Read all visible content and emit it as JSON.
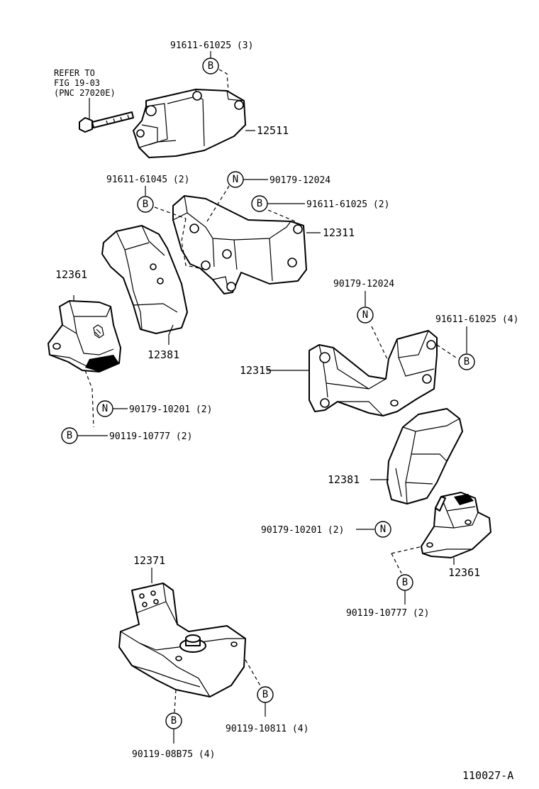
{
  "diagram_id": "110027-A",
  "refer_note": [
    "REFER TO",
    "FIG 19-03",
    "(PNC 27020E)"
  ],
  "fasteners": {
    "b_top": "91611-61025 (3)",
    "b_12311_left": "91611-61045 (2)",
    "n_12311": "90179-12024",
    "b_12311_right": "91611-61025 (2)",
    "n_12315": "90179-12024",
    "b_12315": "91611-61025 (4)",
    "n_left_mount": "90179-10201 (2)",
    "b_left_mount": "90119-10777 (2)",
    "n_right_mount": "90179-10201 (2)",
    "b_right_mount": "90119-10777 (2)",
    "b_12371_right": "90119-10811 (4)",
    "b_12371_bottom": "90119-08B75 (4)"
  },
  "parts": {
    "p12511": "12511",
    "p12311": "12311",
    "p12361_left": "12361",
    "p12381_left": "12381",
    "p12315": "12315",
    "p12381_right": "12381",
    "p12361_right": "12361",
    "p12371": "12371"
  },
  "symbols": {
    "bolt": "B",
    "nut": "N"
  }
}
